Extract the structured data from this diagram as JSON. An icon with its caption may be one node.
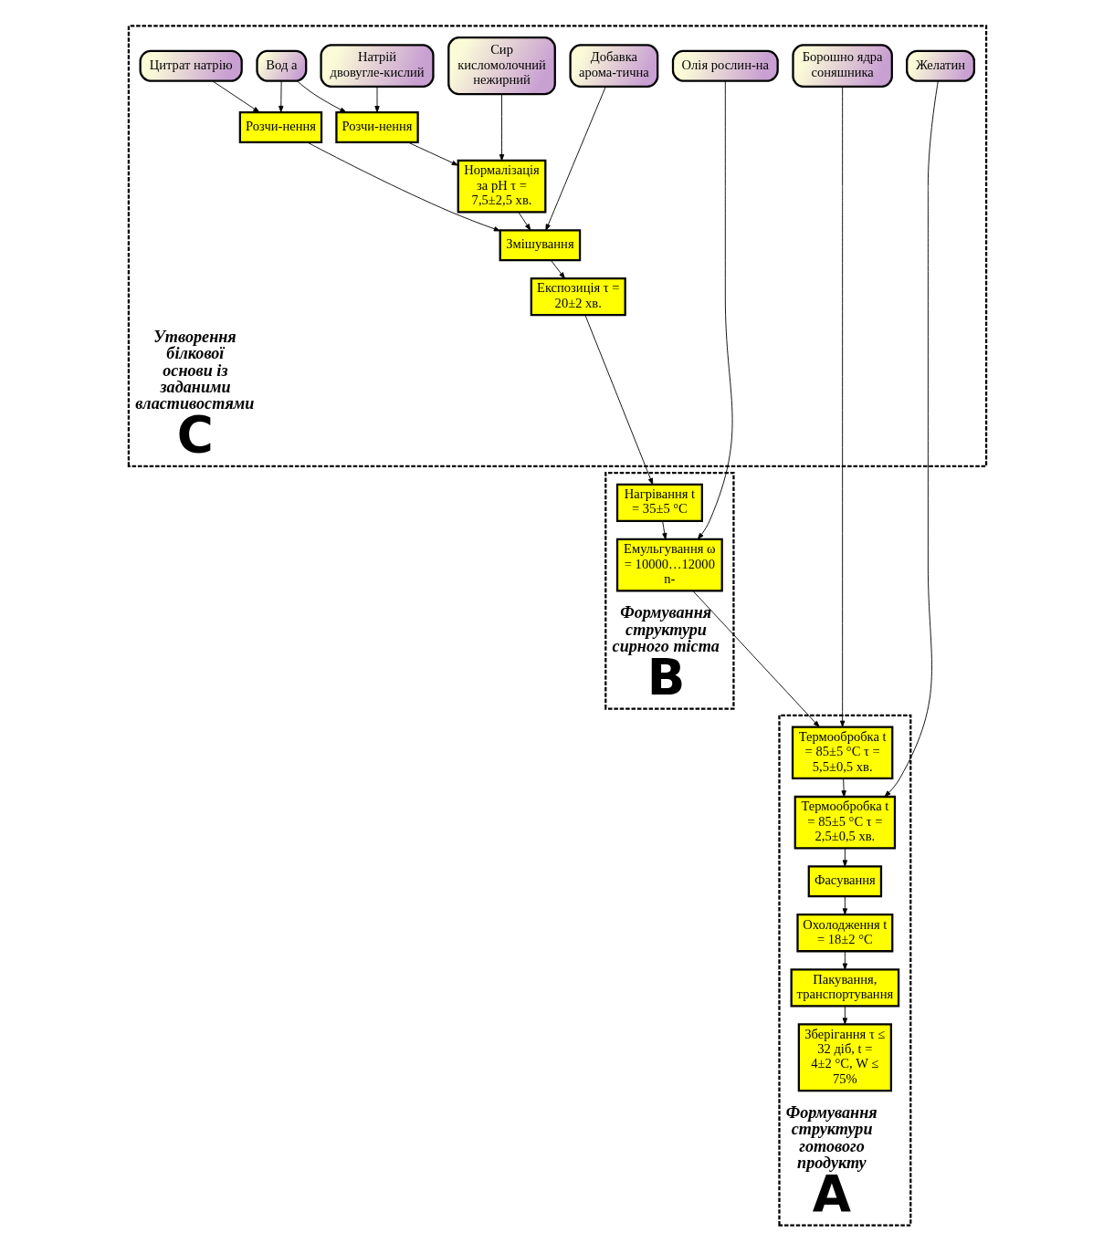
{
  "diagram": {
    "nodes": [
      {
        "text": [
          "Утворення білкової основи із заданими властивостями",
          "C"
        ]
      },
      {
        "text": [
          "Олія рослин-на"
        ],
        "in": 0
      },
      {
        "text": [
          "Цитрат натрію"
        ],
        "in": 0
      },
      {
        "text": [
          "Вод а"
        ],
        "in": 0
      },
      {
        "text": [
          "Натрій двовугле-кислий"
        ],
        "in": 0
      },
      {
        "text": [
          "Сир кисломолочний нежирний"
        ],
        "in": 0
      },
      {
        "text": [
          "Добавка арома-тична"
        ],
        "in": 0
      },
      {
        "text": [
          "Борошно ядра соняшника"
        ],
        "in": 0
      },
      {
        "text": [
          "Желатин"
        ],
        "in": 0
      },
      {
        "text": [
          "Розчи-нення"
        ],
        "in": 0
      },
      {
        "text": [
          "Розчи-нення"
        ],
        "in": 0
      },
      {
        "text": [
          "Нормалізація за pH τ = 7,5±2,5 хв."
        ],
        "in": 0
      },
      {
        "text": [
          "Змішування"
        ],
        "in": 0
      },
      {
        "text": [
          "Експозиція τ = 20±2 хв."
        ],
        "in": 0
      },
      {
        "text": [
          "Формування структури сирного тіста",
          "B"
        ]
      },
      {
        "text": [
          "Нагрівання t  = 35±5 °С"
        ],
        "in": 14
      },
      {
        "text": [
          "Емульгування ω = 10000…12000 n-"
        ],
        "in": 14
      },
      {
        "text": [
          "Формування структури готового продукту",
          "A"
        ]
      },
      {
        "text": [
          "Термообробка t = 85±5 °С τ = 5,5±0,5 хв."
        ],
        "in": 17
      },
      {
        "text": [
          "Термообробка t = 85±5 °С τ = 2,5±0,5 хв."
        ],
        "in": 17
      },
      {
        "text": [
          "Фасування"
        ],
        "in": 17
      },
      {
        "text": [
          "Охолодження t = 18±2 °С"
        ],
        "in": 17
      },
      {
        "text": [
          "Пакування, транспортування"
        ],
        "in": 17
      },
      {
        "text": [
          "Зберігання τ ≤ 32 діб, t = 4±2 °С, W ≤ 75%"
        ],
        "in": 17
      }
    ],
    "edges": [
      {
        "from": 2,
        "to": 9,
        "arrow": "to"
      },
      {
        "from": 3,
        "to": 9,
        "arrow": "to"
      },
      {
        "from": 3,
        "to": 10,
        "arrow": "to"
      },
      {
        "from": 4,
        "to": 10,
        "arrow": "to"
      },
      {
        "from": 10,
        "to": 11,
        "arrow": "to"
      },
      {
        "from": 5,
        "to": 11,
        "arrow": "to"
      },
      {
        "from": 11,
        "to": 12,
        "arrow": "to"
      },
      {
        "from": 9,
        "to": 12,
        "arrow": "to"
      },
      {
        "from": 6,
        "to": 12,
        "arrow": "to"
      },
      {
        "from": 12,
        "to": 13,
        "arrow": "to"
      },
      {
        "from": 13,
        "to": 15,
        "arrow": "to"
      },
      {
        "from": 15,
        "to": 16,
        "arrow": "to"
      },
      {
        "from": 1,
        "to": 16,
        "arrow": "to"
      },
      {
        "from": 16,
        "to": 18,
        "arrow": "to"
      },
      {
        "from": 7,
        "to": 18,
        "arrow": "to"
      },
      {
        "from": 18,
        "to": 19,
        "arrow": "to"
      },
      {
        "from": 8,
        "to": 19,
        "arrow": "to"
      },
      {
        "from": 19,
        "to": 20,
        "arrow": "to"
      },
      {
        "from": 20,
        "to": 21,
        "arrow": "to"
      },
      {
        "from": 21,
        "to": 22,
        "arrow": "to"
      },
      {
        "from": 22,
        "to": 23,
        "arrow": "to"
      }
    ]
  }
}
